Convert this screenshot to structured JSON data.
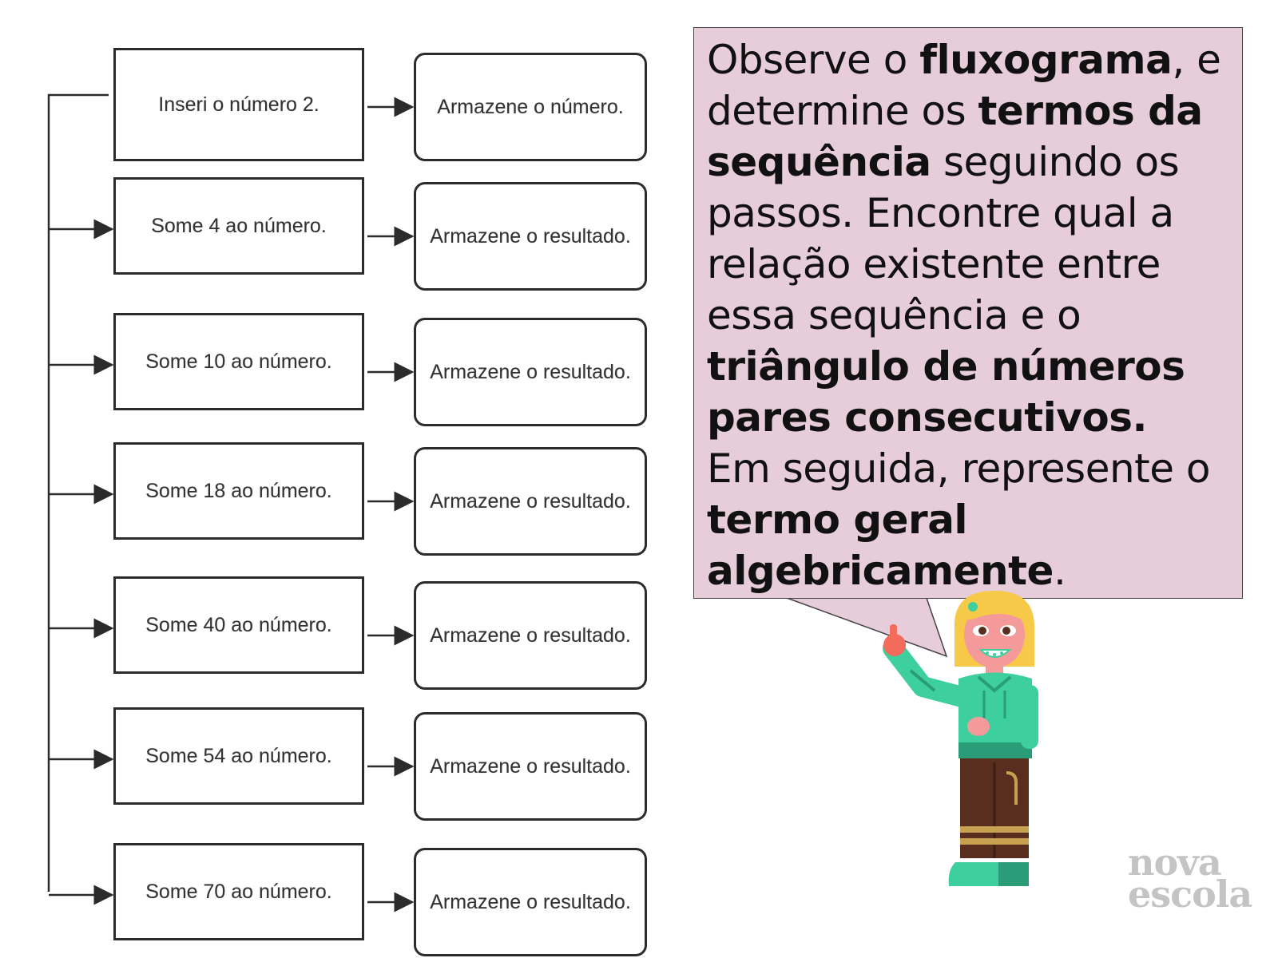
{
  "flowchart": {
    "steps": [
      {
        "action": "Inseri o número 2.",
        "store": "Armazene o número."
      },
      {
        "action": "Some 4 ao número.",
        "store": "Armazene o resultado."
      },
      {
        "action": "Some 10 ao número.",
        "store": "Armazene o resultado."
      },
      {
        "action": "Some 18 ao número.",
        "store": "Armazene o resultado."
      },
      {
        "action": "Some 40 ao número.",
        "store": "Armazene o resultado."
      },
      {
        "action": "Some 54 ao número.",
        "store": "Armazene o resultado."
      },
      {
        "action": "Some 70 ao número.",
        "store": "Armazene o resultado."
      }
    ]
  },
  "bubble": {
    "t1": "Observe o ",
    "b1": "fluxograma",
    "t2": ", e determine os ",
    "b2": "termos da sequência",
    "t3": " seguindo os passos. Encontre qual a relação existente entre essa sequência e o ",
    "b3": "triângulo de números pares consecutivos.",
    "t4": "Em seguida, represente o ",
    "b4": "termo geral algebricamente",
    "t5": "."
  },
  "logo": {
    "line1": "nova",
    "line2": "escola"
  },
  "colors": {
    "bubble_bg": "#e7cdd9",
    "box_border": "#2b2b2b",
    "character_hoodie": "#3ecf9f",
    "character_hair": "#f7c948",
    "character_pants": "#5a2e1e",
    "logo": "#c4c4c4"
  }
}
